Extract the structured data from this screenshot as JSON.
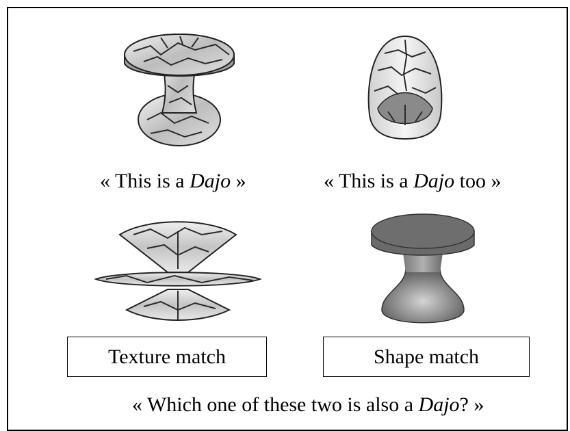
{
  "top_left_caption": {
    "open": "« This is a ",
    "word": "Dajo",
    "close": " »"
  },
  "top_right_caption": {
    "open": "« This is a ",
    "word": "Dajo",
    "close": " too »"
  },
  "choices": {
    "texture_label": "Texture match",
    "shape_label": "Shape match"
  },
  "question": {
    "open": "« Which one of these two is also a ",
    "word": "Dajo",
    "close": "? »"
  },
  "icons": [
    "textured-stool-figure",
    "textured-egg-figure",
    "textured-fan-figure",
    "smooth-stool-figure"
  ],
  "colors": {
    "border": "#000000",
    "shape_gray": "#6e6e6e",
    "texture_light": "#e6e6e6",
    "crack": "#2a2a2a"
  }
}
